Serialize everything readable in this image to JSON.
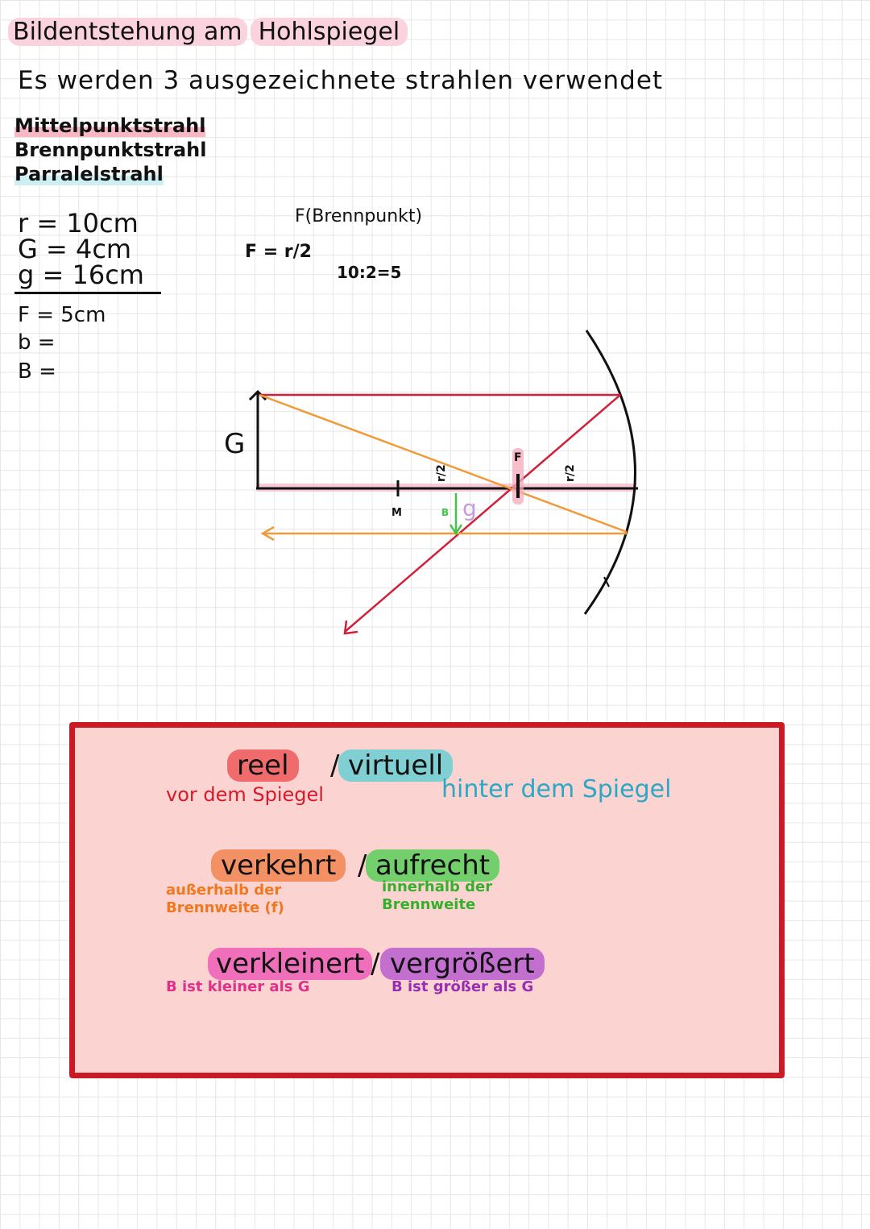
{
  "title": {
    "part1": "Bildentstehung am",
    "part2": "Hohlspiegel"
  },
  "intro": "Es werden 3 ausgezeichnete strahlen verwendet",
  "rays": [
    "Mittelpunktstrahl",
    "Brennpunktstrahl",
    "Parralelstrahl"
  ],
  "given": {
    "r": "r = 10cm",
    "G": "G = 4cm",
    "g": "g = 16cm"
  },
  "results": {
    "F": "F =  5cm",
    "b": "b =",
    "B": "B ="
  },
  "brennpunkt_label": "F(Brennpunkt)",
  "formula": "F = r/2",
  "calc": "10:2=5",
  "diagram": {
    "G": "G",
    "M": "M",
    "r2_left": "r/2",
    "F": "F",
    "r2_right": "r/2",
    "B": "B",
    "g": "g",
    "colors": {
      "crimson": "#d0203a",
      "orange": "#f09a3a",
      "green": "#44c24a",
      "purple": "#c99ad8",
      "axis_pink": "#f4a9bb"
    }
  },
  "summary": {
    "reel": "reel",
    "slash": "/",
    "virtuell": "virtuell",
    "vor": "vor dem Spiegel",
    "hinter": "hinter dem Spiegel",
    "verkehrt": "verkehrt",
    "aufrecht": "aufrecht",
    "ausserhalb_1": "außerhalb der",
    "ausserhalb_2": "Brennweite (f)",
    "innerhalb_1": "innerhalb der",
    "innerhalb_2": "Brennweite",
    "verkleinert": "verkleinert",
    "vergroessert": "vergrößert",
    "b_kleiner": "B ist kleiner als G",
    "b_groesser": "B ist größer als G"
  }
}
